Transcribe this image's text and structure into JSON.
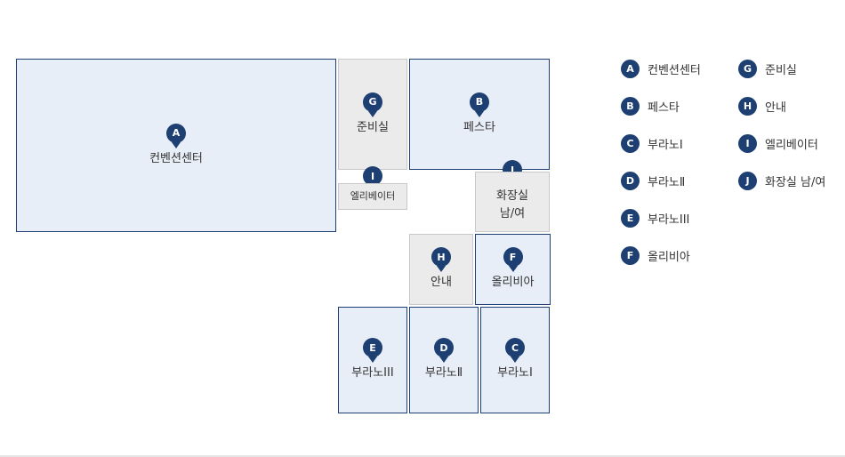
{
  "colors": {
    "accent": "#1d3f72",
    "room_blue": "#e8eef8",
    "room_gray": "#ebebeb"
  },
  "rooms": {
    "convention": {
      "pin": "A",
      "label": "컨벤션센터"
    },
    "fiesta": {
      "pin": "B",
      "label": "페스타"
    },
    "burano1": {
      "pin": "C",
      "label": "부라노Ⅰ"
    },
    "burano2": {
      "pin": "D",
      "label": "부라노Ⅱ"
    },
    "burano3": {
      "pin": "E",
      "label": "부라노III"
    },
    "olivia": {
      "pin": "F",
      "label": "올리비아"
    },
    "prep": {
      "pin": "G",
      "label": "준비실"
    },
    "info": {
      "pin": "H",
      "label": "안내"
    },
    "elevator": {
      "pin": "I",
      "label": "엘리베이터"
    },
    "restroom": {
      "pin": "J",
      "label": "화장실\n남/여"
    }
  },
  "legend": [
    {
      "letter": "A",
      "label": "컨벤션센터"
    },
    {
      "letter": "B",
      "label": "페스타"
    },
    {
      "letter": "C",
      "label": "부라노Ⅰ"
    },
    {
      "letter": "D",
      "label": "부라노Ⅱ"
    },
    {
      "letter": "E",
      "label": "부라노III"
    },
    {
      "letter": "F",
      "label": "올리비아"
    },
    {
      "letter": "G",
      "label": "준비실"
    },
    {
      "letter": "H",
      "label": "안내"
    },
    {
      "letter": "I",
      "label": "엘리베이터"
    },
    {
      "letter": "J",
      "label": "화장실 남/여"
    }
  ]
}
